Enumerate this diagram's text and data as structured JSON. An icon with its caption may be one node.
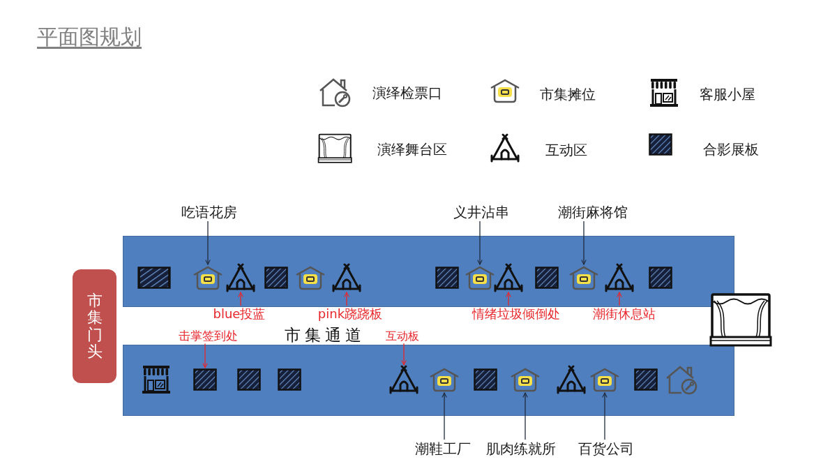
{
  "diagram": {
    "title": "平面图规划",
    "nodes": [
      {
        "text": [
          "市集门头"
        ]
      },
      {
        "text": [],
        "shape": "bar"
      },
      {
        "text": [],
        "shape": "bar"
      },
      {
        "text": [],
        "shape": "board",
        "in": 1
      },
      {
        "text": [],
        "shape": "stall",
        "in": 1
      },
      {
        "text": [],
        "shape": "tent",
        "in": 1
      },
      {
        "text": [],
        "shape": "board",
        "in": 1
      },
      {
        "text": [],
        "shape": "stall",
        "in": 1
      },
      {
        "text": [],
        "shape": "tent",
        "in": 1
      },
      {
        "text": [],
        "shape": "board",
        "in": 1
      },
      {
        "text": [],
        "shape": "stall",
        "in": 1
      },
      {
        "text": [],
        "shape": "tent",
        "in": 1
      },
      {
        "text": [],
        "shape": "board",
        "in": 1
      },
      {
        "text": [],
        "shape": "stall",
        "in": 1
      },
      {
        "text": [],
        "shape": "tent",
        "in": 1
      },
      {
        "text": [],
        "shape": "board",
        "in": 1
      },
      {
        "text": [],
        "shape": "stage"
      },
      {
        "text": [],
        "shape": "shop",
        "in": 2
      },
      {
        "text": [],
        "shape": "board",
        "in": 2
      },
      {
        "text": [],
        "shape": "board",
        "in": 2
      },
      {
        "text": [],
        "shape": "board",
        "in": 2
      },
      {
        "text": [],
        "shape": "tent",
        "in": 2
      },
      {
        "text": [],
        "shape": "stall",
        "in": 2
      },
      {
        "text": [],
        "shape": "board",
        "in": 2
      },
      {
        "text": [],
        "shape": "stall",
        "in": 2
      },
      {
        "text": [],
        "shape": "tent",
        "in": 2
      },
      {
        "text": [],
        "shape": "stall",
        "in": 2
      },
      {
        "text": [],
        "shape": "board",
        "in": 2
      },
      {
        "text": [],
        "shape": "house",
        "in": 2
      },
      {
        "text": [
          "吃语花房"
        ]
      },
      {
        "text": [
          "义井沾串"
        ]
      },
      {
        "text": [
          "潮街麻将馆"
        ]
      },
      {
        "text": [
          "blue投蓝"
        ]
      },
      {
        "text": [
          "pink跷跷板"
        ]
      },
      {
        "text": [
          "情绪垃圾倾倒处"
        ]
      },
      {
        "text": [
          "潮街休息站"
        ]
      },
      {
        "text": [
          "击掌签到处"
        ]
      },
      {
        "text": [
          "互动板"
        ]
      },
      {
        "text": [
          "潮鞋工厂"
        ]
      },
      {
        "text": [
          "肌肉练就所"
        ]
      },
      {
        "text": [
          "百货公司"
        ]
      }
    ],
    "edges": [
      {
        "from": 29,
        "to": 4,
        "arrow": "to"
      },
      {
        "from": 30,
        "to": 10,
        "arrow": "to"
      },
      {
        "from": 31,
        "to": 13,
        "arrow": "to"
      },
      {
        "from": 32,
        "to": 5,
        "arrow": "to",
        "color": "#e8262b"
      },
      {
        "from": 33,
        "to": 8,
        "arrow": "to",
        "color": "#e8262b"
      },
      {
        "from": 34,
        "to": 11,
        "arrow": "to",
        "color": "#e8262b"
      },
      {
        "from": 35,
        "to": 14,
        "arrow": "to",
        "color": "#e8262b"
      },
      {
        "from": 36,
        "to": 18,
        "arrow": "to",
        "color": "#e8262b"
      },
      {
        "from": 37,
        "to": 21,
        "arrow": "to",
        "color": "#e8262b"
      },
      {
        "from": 38,
        "to": 22,
        "arrow": "to"
      },
      {
        "from": 39,
        "to": 24,
        "arrow": "to"
      },
      {
        "from": 40,
        "to": 26,
        "arrow": "to"
      }
    ],
    "labels": [
      "市集通道"
    ],
    "legend": [
      {
        "text": "演绎检票口"
      },
      {
        "text": "市集摊位"
      },
      {
        "text": "客服小屋"
      },
      {
        "text": "演绎舞台区"
      },
      {
        "text": "互动区"
      },
      {
        "text": "合影展板"
      }
    ]
  }
}
